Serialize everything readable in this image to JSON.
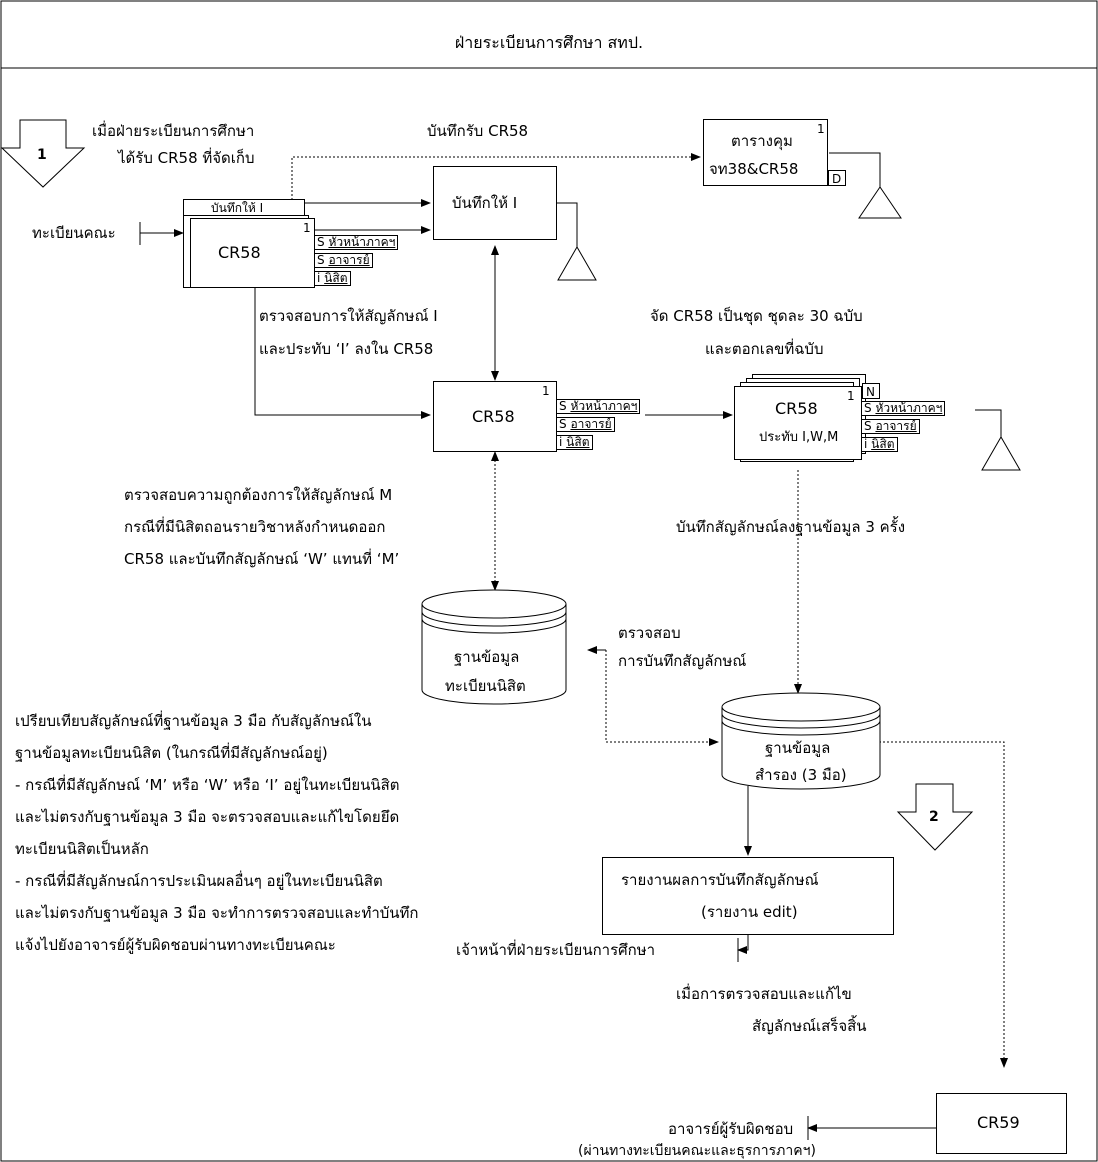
{
  "header": {
    "title": "ฝ่ายระเบียนการศึกษา สทป."
  },
  "connectors": {
    "start": "1",
    "end": "2"
  },
  "start_text": {
    "line1": "เมื่อฝ่ายระเบียนการศึกษา",
    "line2": "ได้รับ CR58 ที่จัดเก็บ"
  },
  "labels": {
    "record_receive": "บันทึกรับ CR58",
    "faculty_registrar": "ทะเบียนคณะ",
    "check_i": "ตรวจสอบการให้สัญลักษณ์ I",
    "stamp_i": "และประทับ ‘I’ ลงใน CR58",
    "batch1": "จัด CR58 เป็นชุด ชุดละ 30 ฉบับ",
    "batch2": "และตอกเลขที่ฉบับ",
    "check_m1": "ตรวจสอบความถูกต้องการให้สัญลักษณ์ M",
    "check_m2": "กรณีที่มีนิสิตถอนรายวิชาหลังกำหนดออก",
    "check_m3": "CR58 และบันทึกสัญลักษณ์ ‘W’ แทนที่ ‘M’",
    "record3": "บันทึกสัญลักษณ์ลงฐานข้อมูล 3 ครั้ง",
    "verify1": "ตรวจสอบ",
    "verify2": "การบันทึกสัญลักษณ์",
    "compare": [
      "เปรียบเทียบสัญลักษณ์ที่ฐานข้อมูล 3 มือ กับสัญลักษณ์ใน",
      "ฐานข้อมูลทะเบียนนิสิต (ในกรณีที่มีสัญลักษณ์อยู่)",
      "- กรณีที่มีสัญลักษณ์ ‘M’ หรือ ‘W’ หรือ ‘I’  อยู่ในทะเบียนนิสิต",
      "และไม่ตรงกับฐานข้อมูล 3 มือ  จะตรวจสอบและแก้ไขโดยยึด",
      "ทะเบียนนิสิตเป็นหลัก",
      "- กรณีที่มีสัญลักษณ์การประเมินผลอื่นๆ อยู่ในทะเบียนนิสิต",
      "และไม่ตรงกับฐานข้อมูล 3 มือ จะทำการตรวจสอบและทำบันทึก",
      "แจ้งไปยังอาจารย์ผู้รับผิดชอบผ่านทางทะเบียนคณะ"
    ],
    "officer": "เจ้าหน้าที่ฝ่ายระเบียนการศึกษา",
    "done1": "เมื่อการตรวจสอบและแก้ไข",
    "done2": "สัญลักษณ์เสร็จสิ้น",
    "instructor": "อาจารย์ผู้รับผิดชอบ",
    "via": "(ผ่านทางทะเบียนคณะและธุรการภาคฯ)"
  },
  "docs": {
    "control_table": {
      "line1": "ตารางคุม",
      "line2": "จท38&CR58",
      "num": "1",
      "tag": "D"
    },
    "memo_tab": "บันทึกให้ I",
    "cr58_a": {
      "title": "CR58",
      "num": "1"
    },
    "memo_box": "บันทึกให้ I",
    "cr58_b": {
      "title": "CR58",
      "num": "1"
    },
    "cr58_c": {
      "title": "CR58",
      "sub": "ประทับ I,W,M",
      "num": "1",
      "tag": "N"
    },
    "cr59": "CR59",
    "report": {
      "line1": "รายงานผลการบันทึกสัญลักษณ์",
      "line2": "(รายงาน edit)"
    }
  },
  "copies": {
    "head": "หัวหน้าภาคฯ",
    "teacher": "อาจารย์",
    "student": "นิสิต",
    "s": "S",
    "i": "i"
  },
  "databases": {
    "student_db": {
      "line1": "ฐานข้อมูล",
      "line2": "ทะเบียนนิสิต"
    },
    "backup_db": {
      "line1": "ฐานข้อมูล",
      "line2": "สำรอง (3 มือ)"
    }
  }
}
